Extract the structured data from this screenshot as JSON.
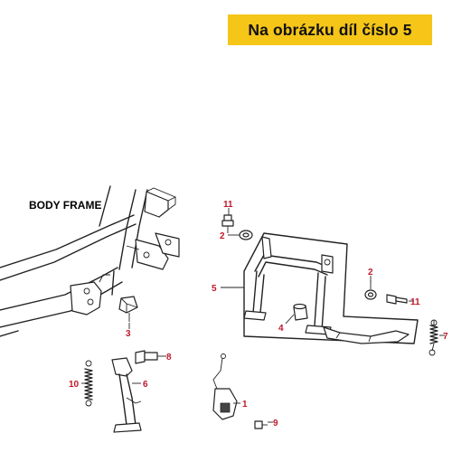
{
  "banner": {
    "text": "Na obrázku díl číslo 5",
    "background": "#f5c518"
  },
  "frame_label": "BODY FRAME",
  "label_color": "#c0182a",
  "parts": [
    {
      "id": "p11a",
      "number": "11"
    },
    {
      "id": "p2a",
      "number": "2"
    },
    {
      "id": "p5",
      "number": "5"
    },
    {
      "id": "p2b",
      "number": "2"
    },
    {
      "id": "p11b",
      "number": "11"
    },
    {
      "id": "p4",
      "number": "4"
    },
    {
      "id": "p7",
      "number": "7"
    },
    {
      "id": "p3",
      "number": "3"
    },
    {
      "id": "p8",
      "number": "8"
    },
    {
      "id": "p10",
      "number": "10"
    },
    {
      "id": "p6",
      "number": "6"
    },
    {
      "id": "p1",
      "number": "1"
    },
    {
      "id": "p9",
      "number": "9"
    }
  ]
}
